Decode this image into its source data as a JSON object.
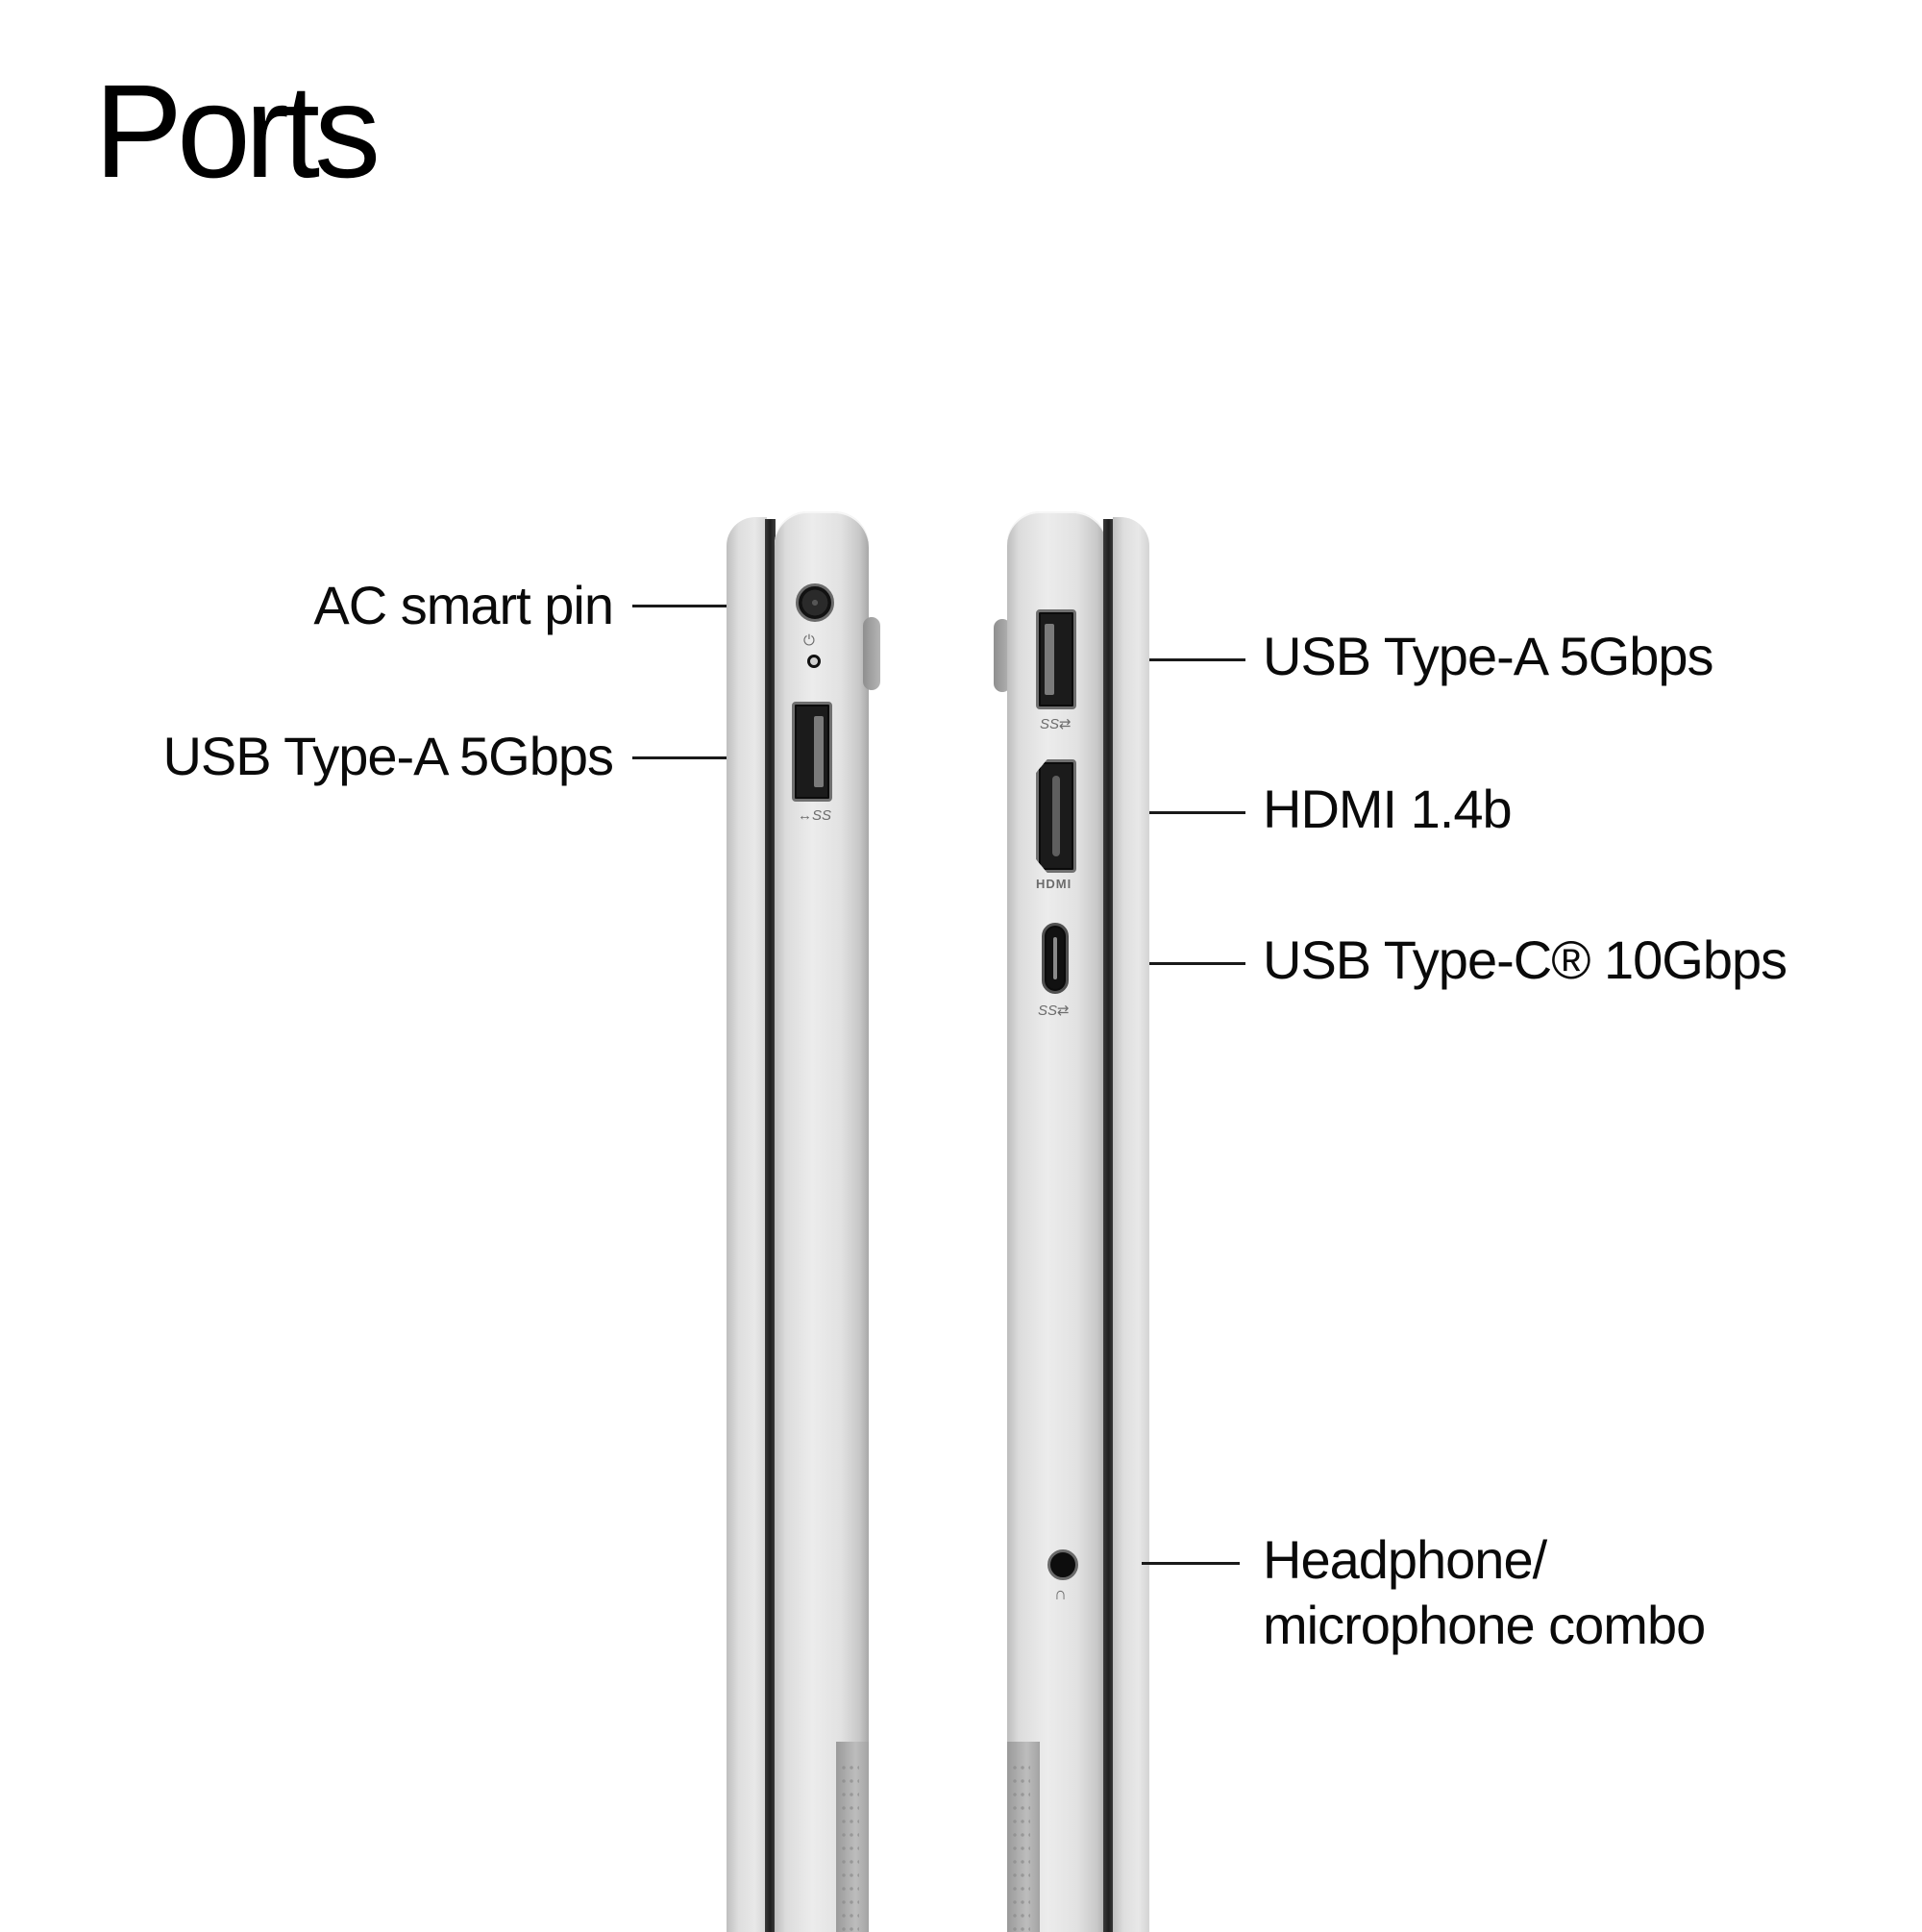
{
  "title": "Ports",
  "left_side": {
    "ports": [
      {
        "label": "AC smart pin",
        "icon": "power-plug-icon"
      },
      {
        "label": "USB Type-A 5Gbps",
        "icon": "usb-superspeed-icon",
        "glyph": "↔SS"
      }
    ]
  },
  "right_side": {
    "ports": [
      {
        "label": "USB Type-A 5Gbps",
        "icon": "usb-superspeed-icon",
        "glyph": "SS⇄"
      },
      {
        "label": "HDMI 1.4b",
        "icon": "hdmi-icon",
        "glyph": "HDMI"
      },
      {
        "label": "USB Type-C® 10Gbps",
        "icon": "usb-superspeed-icon",
        "glyph": "SS⇄"
      },
      {
        "label_line1": "Headphone/",
        "label_line2": "microphone combo",
        "icon": "headset-icon",
        "glyph": "∩"
      }
    ]
  },
  "colors": {
    "background": "#ffffff",
    "text": "#0a0a0a",
    "chassis": "#e2e2e2",
    "seam": "#1f1f1f"
  }
}
